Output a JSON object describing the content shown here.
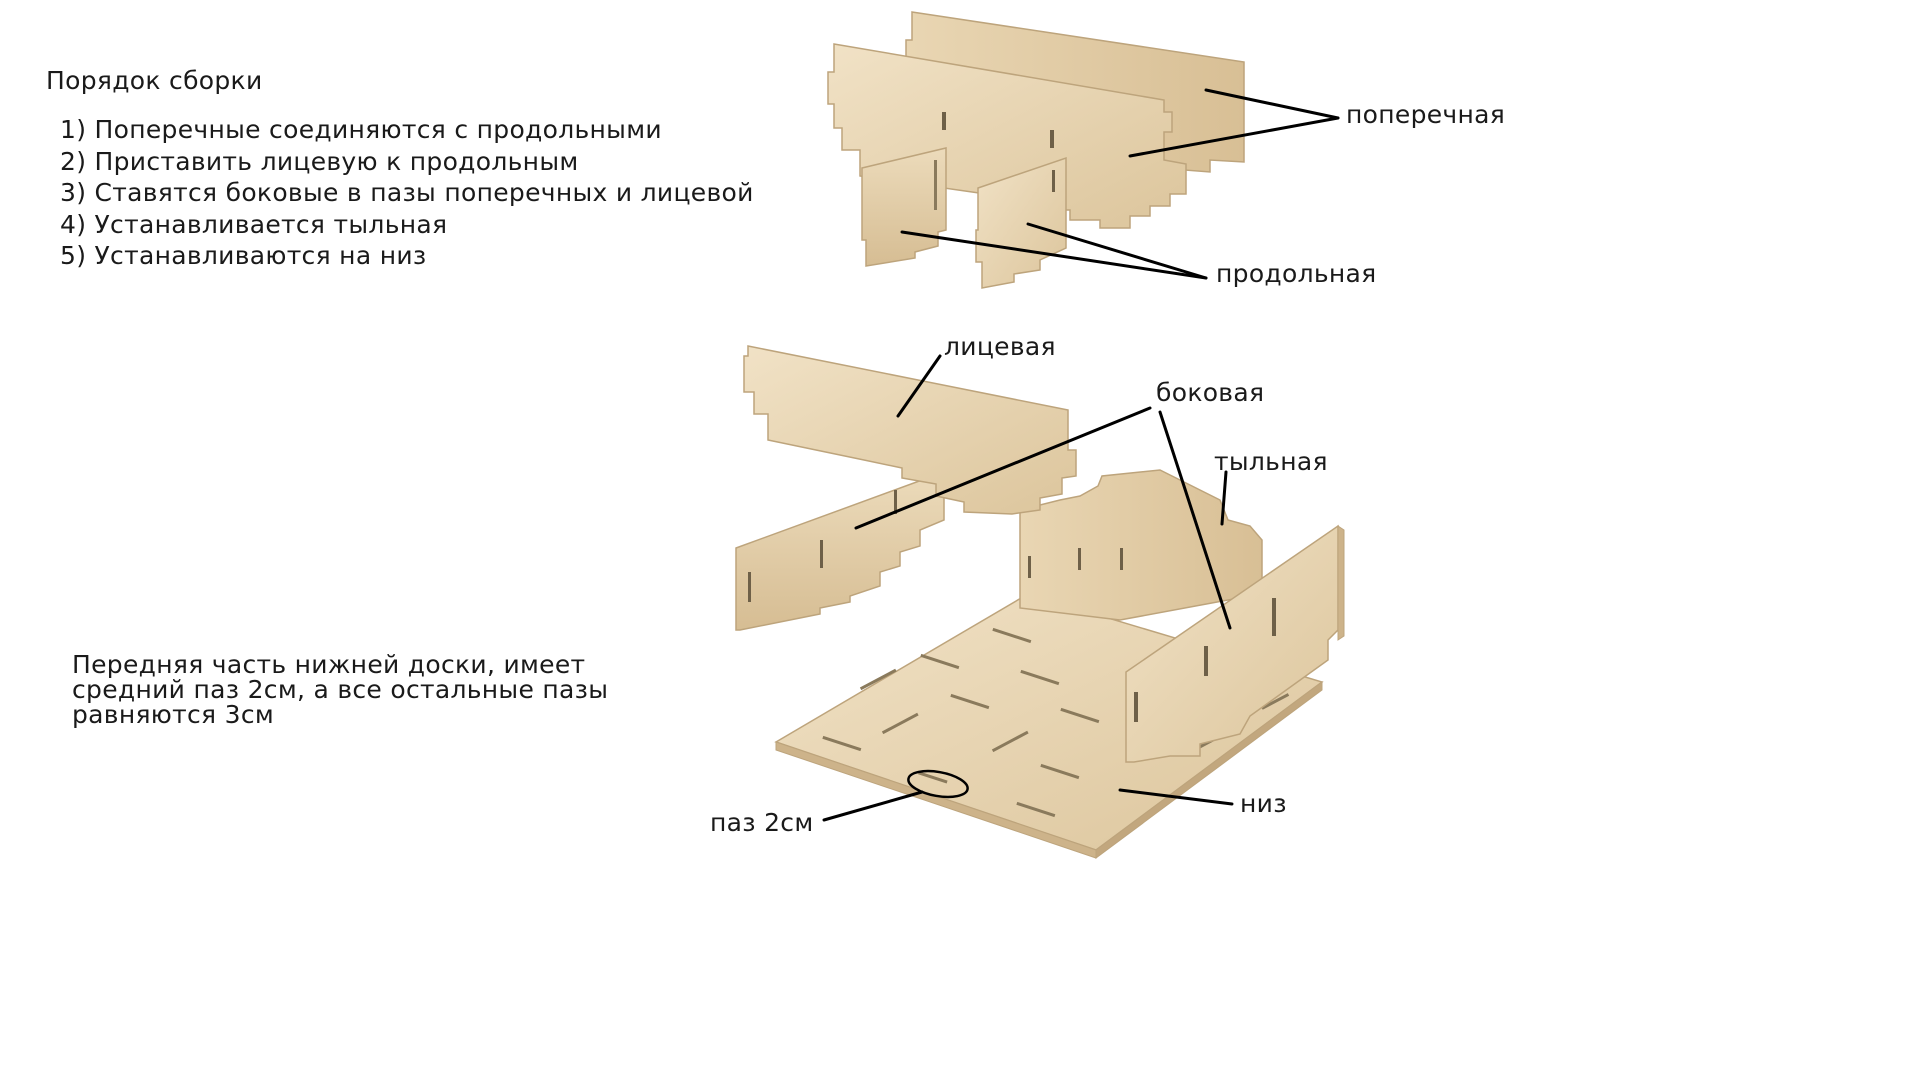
{
  "instructions": {
    "title": "Порядок сборки",
    "steps": [
      "1) Поперечные соединяются с продольными",
      "2) Приставить лицевую к продольным",
      "3) Ставятся боковые в пазы поперечных и лицевой",
      "4) Устанавливается тыльная",
      "5) Устанавливаются на низ"
    ]
  },
  "note": "Передняя часть нижней доски, имеет средний паз 2см, а все остальные пазы равняются 3см",
  "labels": {
    "cross": "поперечная",
    "longitudinal": "продольная",
    "front": "лицевая",
    "side": "боковая",
    "back": "тыльная",
    "bottom": "низ",
    "slot": "паз 2см"
  },
  "colors": {
    "wood": "#e6d2ae",
    "wood_light": "#efdfc2",
    "wood_dark": "#cbb089",
    "edge": "#b79b72",
    "slot": "#6e6048",
    "leader": "#000000"
  }
}
